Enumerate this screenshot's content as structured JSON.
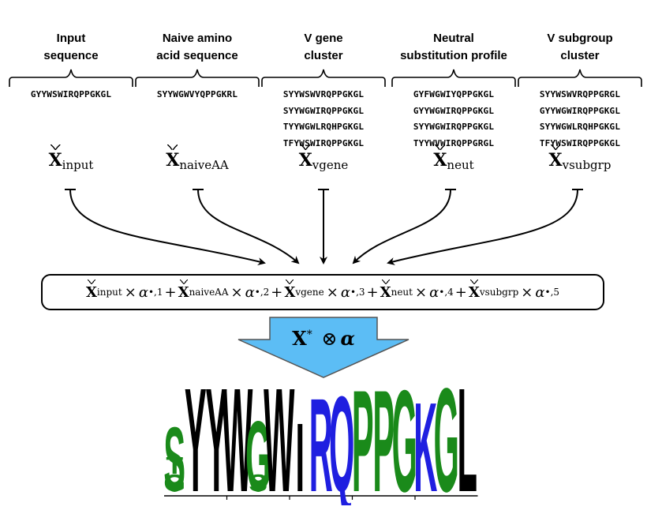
{
  "columns": [
    {
      "id": "input",
      "header": [
        "Input",
        "sequence"
      ],
      "sequences": [
        "GYYWSWIRQPPGKGL"
      ],
      "x_sub": "input"
    },
    {
      "id": "naive",
      "header": [
        "Naive amino",
        "acid sequence"
      ],
      "sequences": [
        "SYYWGWVYQPPGKRL"
      ],
      "x_sub": "naiveAA"
    },
    {
      "id": "vgene",
      "header": [
        "V gene",
        "cluster"
      ],
      "sequences": [
        "SYYWSWVRQPPGKGL",
        "SYYWGWIRQPPGKGL",
        "TYYWGWLRQHPGKGL",
        "TFYWSWIRQPPGKGL"
      ],
      "x_sub": "vgene"
    },
    {
      "id": "neut",
      "header": [
        "Neutral",
        "substitution profile"
      ],
      "sequences": [
        "GYFWGWIYQPPGKGL",
        "GYYWGWIRQPPGKGL",
        "SYYWGWIRQPPGKGL",
        "TYYWVWIRQPPGRGL"
      ],
      "x_sub": "neut"
    },
    {
      "id": "vsubgrp",
      "header": [
        "V subgroup",
        "cluster"
      ],
      "sequences": [
        "SYYWSWVRQPPGRGL",
        "GYYWGWIRQPPGKGL",
        "SYYWGWLRQHPGKGL",
        "TFYWSWIRQPPGKGL"
      ],
      "x_sub": "vsubgrp"
    }
  ],
  "x_symbol": "X",
  "formula": {
    "terms": [
      {
        "sub": "input",
        "alpha": "•,1"
      },
      {
        "sub": "naiveAA",
        "alpha": "•,2"
      },
      {
        "sub": "vgene",
        "alpha": "•,3"
      },
      {
        "sub": "neut",
        "alpha": "•,4"
      },
      {
        "sub": "vsubgrp",
        "alpha": "•,5"
      }
    ],
    "times": "×",
    "plus": "+",
    "alpha": "α"
  },
  "arrow_label": {
    "x": "X",
    "star": "*",
    "otimes": "⊗",
    "alpha": "α"
  },
  "logo": {
    "letters": [
      {
        "char": "S",
        "color": "#1a8a1a"
      },
      {
        "char": "Y",
        "color": "#000000"
      },
      {
        "char": "Y",
        "color": "#000000"
      },
      {
        "char": "W",
        "color": "#000000"
      },
      {
        "char": "G",
        "color": "#1a8a1a"
      },
      {
        "char": "W",
        "color": "#000000"
      },
      {
        "char": "I",
        "color": "#000000"
      },
      {
        "char": "R",
        "color": "#1f1fe0"
      },
      {
        "char": "Q",
        "color": "#1f1fe0"
      },
      {
        "char": "P",
        "color": "#1a8a1a"
      },
      {
        "char": "P",
        "color": "#1a8a1a"
      },
      {
        "char": "G",
        "color": "#1a8a1a"
      },
      {
        "char": "K",
        "color": "#1f1fe0"
      },
      {
        "char": "G",
        "color": "#1a8a1a"
      },
      {
        "char": "L",
        "color": "#000000"
      }
    ],
    "minor": [
      {
        "pos": 0,
        "char": "G",
        "color": "#1a8a1a"
      },
      {
        "pos": 0,
        "char": "T",
        "color": "#1a8a1a"
      },
      {
        "pos": 4,
        "char": "S",
        "color": "#1a8a1a"
      }
    ],
    "colors": {
      "green": "#1a8a1a",
      "blue": "#1f1fe0",
      "black": "#000000"
    }
  },
  "colors": {
    "arrow_fill": "#5cbdf5",
    "arrow_stroke": "#555555"
  }
}
